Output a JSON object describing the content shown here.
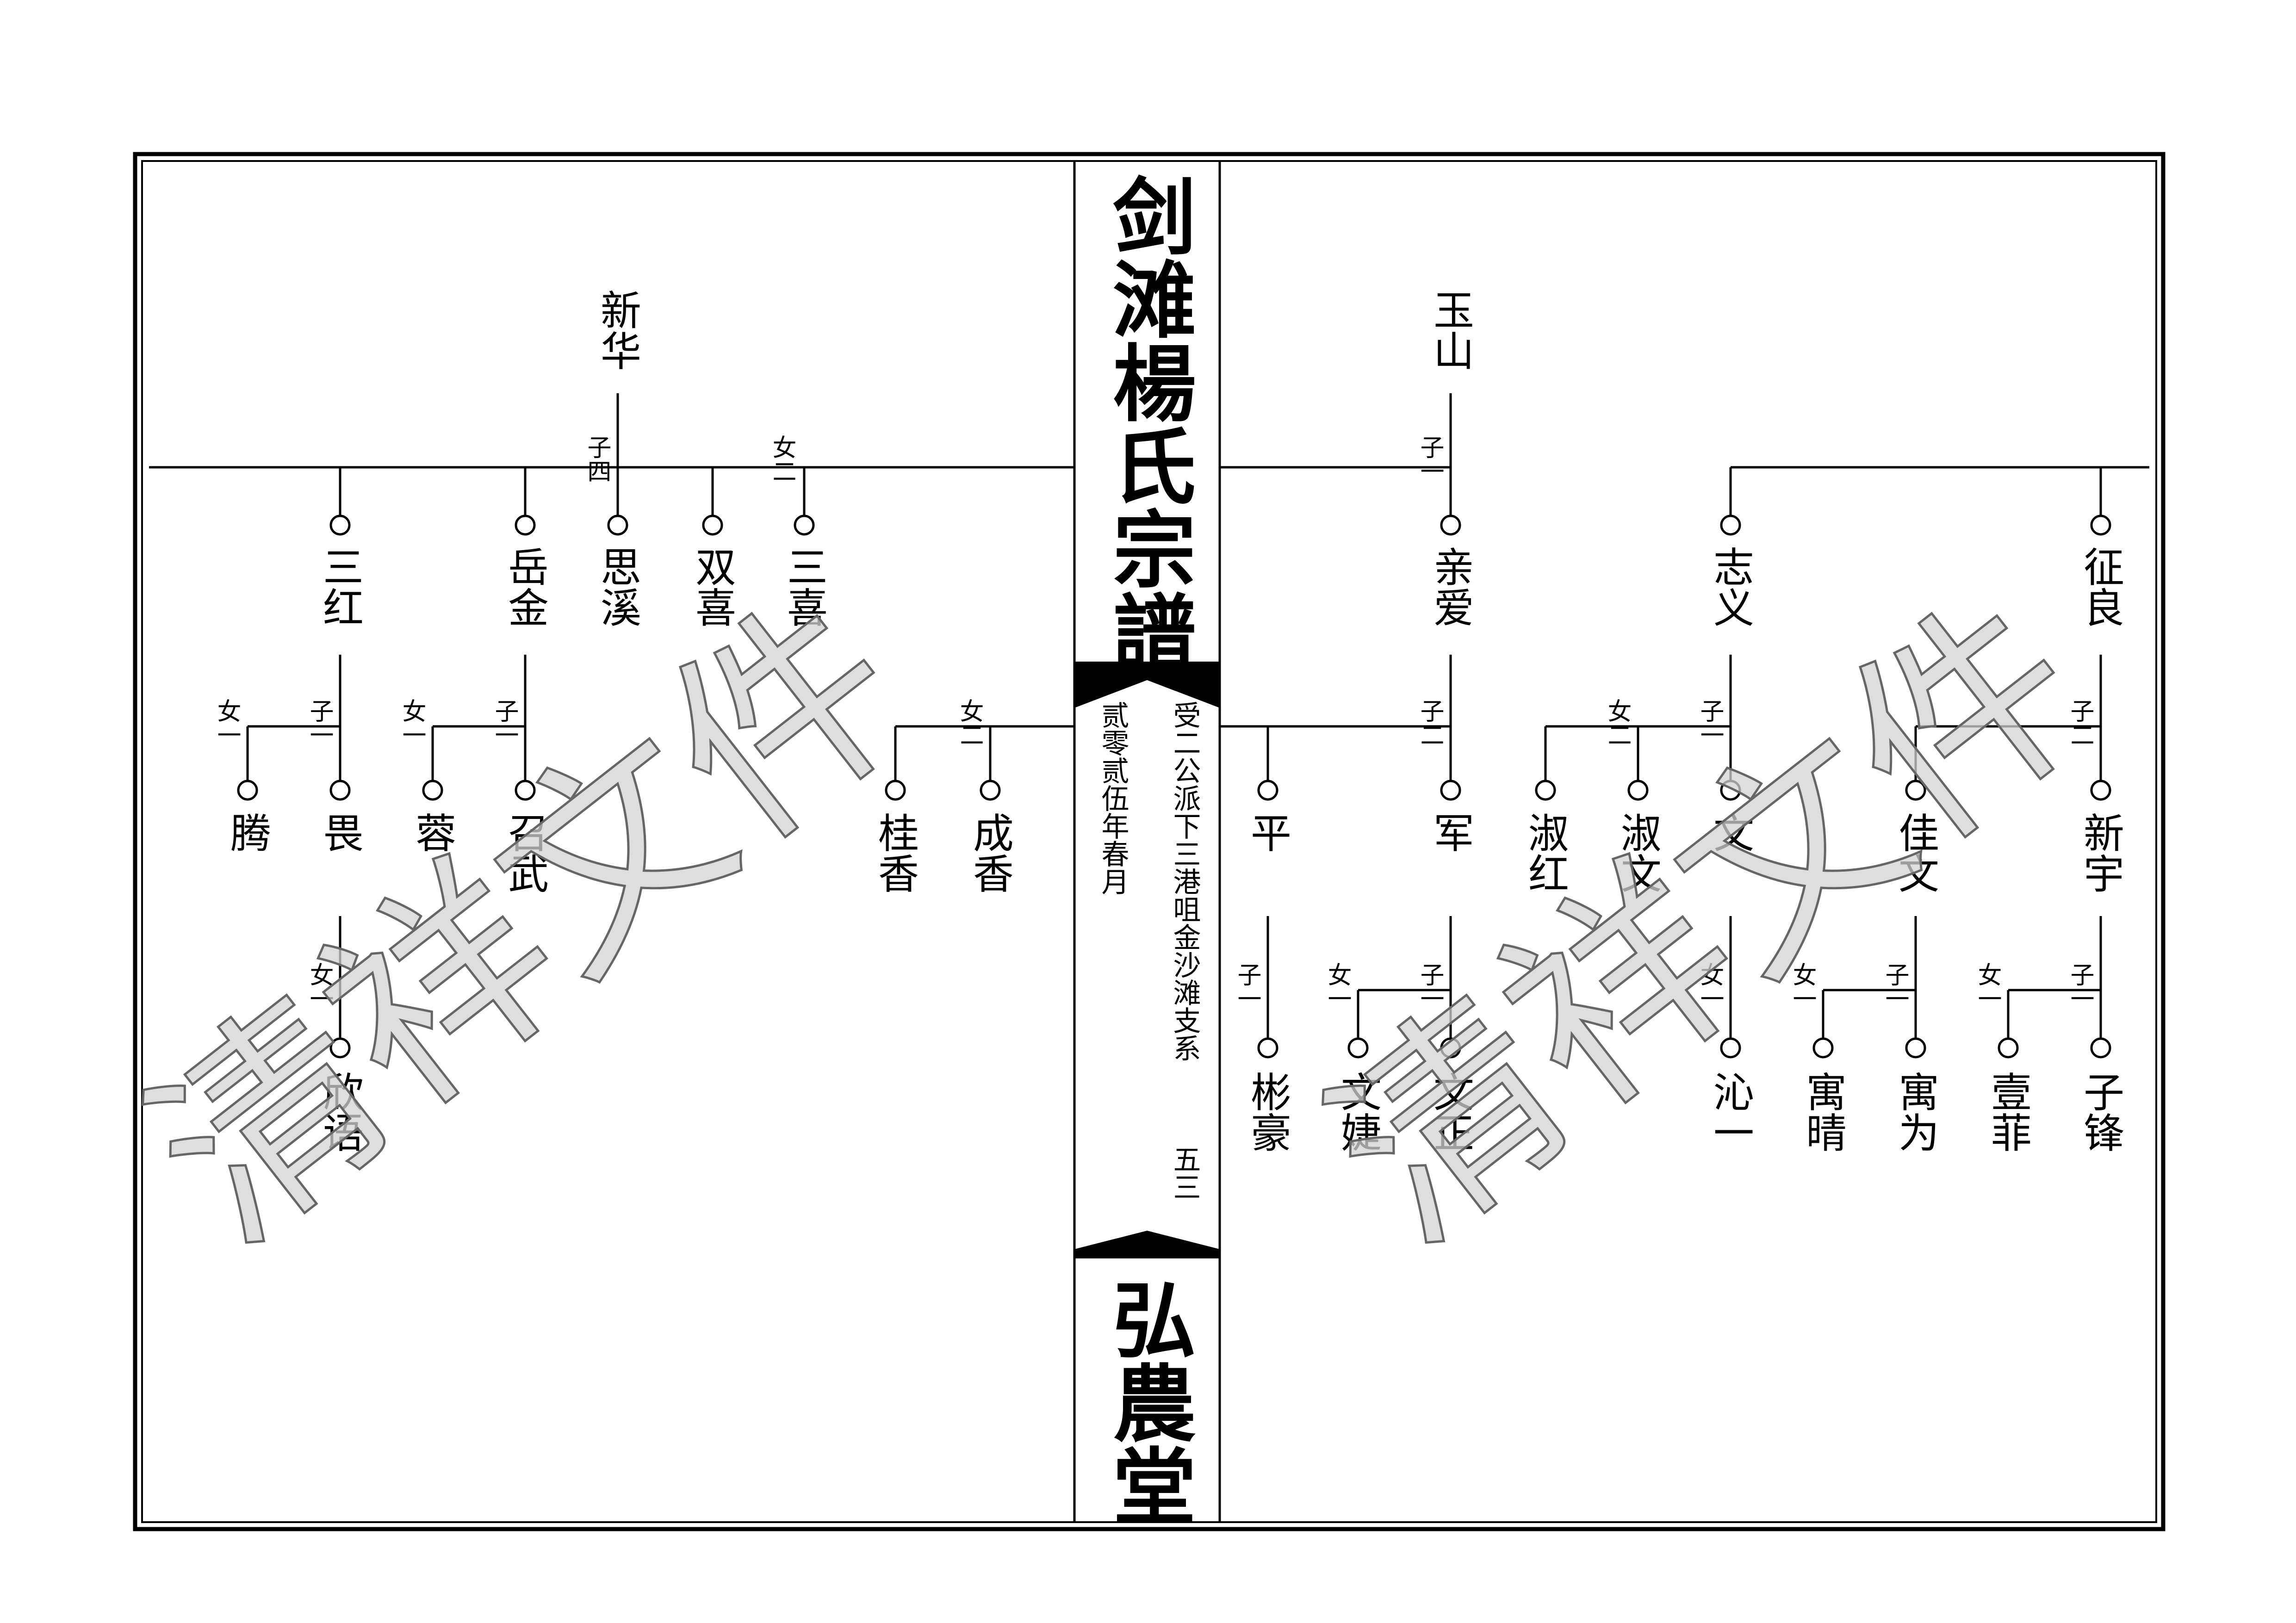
{
  "spine": {
    "title": "剑滩楊氏宗譜",
    "hall": "弘農堂",
    "branch": "受二公派下三港咀金沙滩支系",
    "page_number": "五三",
    "date": "贰零贰伍年春月"
  },
  "watermark": "清祥文件",
  "left_page": {
    "ancestor": "新华",
    "ancestor_sons": "子四",
    "ancestor_daughters": "女二",
    "children": [
      {
        "name": "三红"
      },
      {
        "name": "岳金"
      },
      {
        "name": "思溪"
      },
      {
        "name": "双喜"
      },
      {
        "name": "三喜"
      }
    ],
    "sanhong": {
      "sons": "子一",
      "daughters": "女一",
      "son": "畏",
      "daughter": "腾",
      "grand_daughters": "女一",
      "grand_daughter": "欣语"
    },
    "yuejin": {
      "sons": "子一",
      "daughters": "女一",
      "son": "召武",
      "daughter": "蓉"
    },
    "sanxi": {
      "daughters": "女二",
      "daughter1": "成香",
      "daughter2": "桂香"
    }
  },
  "right_page": {
    "ancestor": "玉山",
    "ancestor_sons": "子一",
    "qinai": {
      "name": "亲爱",
      "sons": "子二",
      "son1": "军",
      "son2": "平"
    },
    "jun": {
      "sons": "子一",
      "daughters": "女一",
      "son": "文正",
      "daughter": "文婕"
    },
    "ping": {
      "sons": "子一",
      "son": "彬豪"
    },
    "zhiyi": {
      "name": "志义",
      "sons": "子一",
      "daughters": "女二",
      "son": "文",
      "daughter1": "淑文",
      "daughter2": "淑红"
    },
    "wen": {
      "daughters": "女一",
      "daughter": "沁一"
    },
    "zhengliang": {
      "name": "征良",
      "sons": "子二",
      "son1": "新宇",
      "son2": "佳文"
    },
    "jiawen": {
      "sons": "子一",
      "daughters": "女一",
      "son": "寓为",
      "daughter": "寓晴"
    },
    "xinyu": {
      "sons": "子一",
      "daughters": "女一",
      "son": "子锋",
      "daughter": "壹菲"
    }
  }
}
